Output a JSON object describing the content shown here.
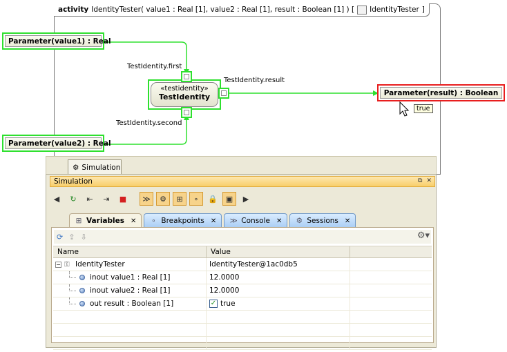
{
  "diagram": {
    "header_keyword": "activity",
    "header_signature": "IdentityTester( value1 : Real [1], value2 : Real [1], result : Boolean [1] ) [",
    "header_classifier": "IdentityTester",
    "header_close": "]",
    "params": {
      "value1": "Parameter(value1) : Real",
      "value2": "Parameter(value2) : Real",
      "result": "Parameter(result) : Boolean"
    },
    "action": {
      "stereotype": "«testidentity»",
      "name": "TestIdentity"
    },
    "pin_labels": {
      "first": "TestIdentity.first",
      "second": "TestIdentity.second",
      "result": "TestIdentity.result"
    },
    "tooltip": "true",
    "colors": {
      "active_border": "#2ee02e",
      "result_border": "#e81e1e",
      "flow_line": "#2ee02e"
    }
  },
  "simulation": {
    "doc_tab": "Simulation",
    "panel_title": "Simulation",
    "tabs": [
      {
        "label": "Variables",
        "icon": "variables-icon"
      },
      {
        "label": "Breakpoints",
        "icon": "breakpoints-icon"
      },
      {
        "label": "Console",
        "icon": "console-icon"
      },
      {
        "label": "Sessions",
        "icon": "sessions-icon"
      }
    ],
    "columns": [
      "Name",
      "Value"
    ],
    "rows": [
      {
        "name": "IdentityTester",
        "value": "IdentityTester@1ac0db5"
      },
      {
        "name": "inout value1 : Real [1]",
        "value": "12.0000"
      },
      {
        "name": "inout value2 : Real [1]",
        "value": "12.0000"
      },
      {
        "name": "out result : Boolean [1]",
        "value": "true",
        "checked": true
      }
    ],
    "colors": {
      "title_bar": "#f8cf6b",
      "active_toggle": "#f7d38a"
    }
  }
}
